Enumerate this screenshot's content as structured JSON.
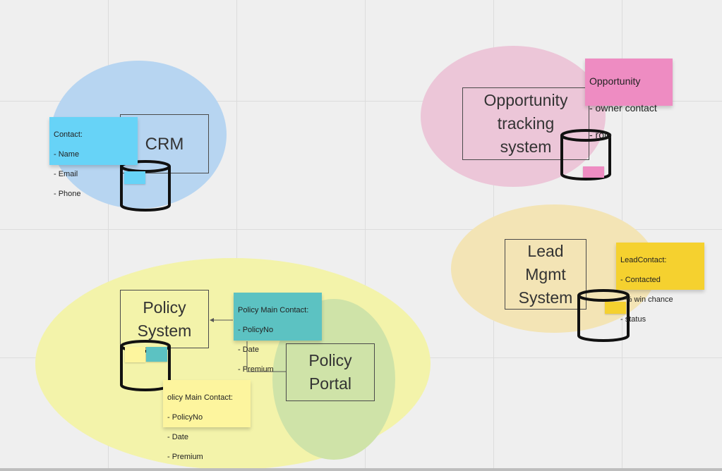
{
  "board": {
    "systems": {
      "crm": "CRM",
      "opportunity": "Opportunity\ntracking\nsystem",
      "lead": "Lead Mgmt\nSystem",
      "policy_system": "Policy\nSystem",
      "policy_portal": "Policy\nPortal"
    },
    "notes": {
      "contact": {
        "title": "Contact:",
        "lines": [
          "- Name",
          "- Email",
          "- Phone"
        ]
      },
      "opportunity": {
        "title": "Opportunity",
        "lines": [
          "- owner contact",
          "- role"
        ]
      },
      "lead_contact": {
        "title": "LeadContact:",
        "lines": [
          "- Contacted",
          "- % win chance",
          "- status"
        ]
      },
      "policy_main_teal": {
        "title": "Policy Main Contact:",
        "lines": [
          "- PolicyNo",
          "- Date",
          "- Premium"
        ]
      },
      "policy_main_yellow": {
        "title": "olicy Main Contact:",
        "lines": [
          "- PolicyNo",
          "- Date",
          "- Premium"
        ]
      }
    },
    "colors": {
      "crm_blob": "#b7d5f1",
      "opportunity_blob": "#ecc6d8",
      "lead_blob": "#f3e4b5",
      "policy_blob": "#f3f3aa",
      "portal_blob": "#cfe3a8",
      "contact_note": "#67d3f7",
      "opportunity_note": "#ee8cc2",
      "lead_note": "#f5d12f",
      "policy_teal_note": "#5cc2c2",
      "policy_yellow_note": "#fdf59e"
    }
  }
}
